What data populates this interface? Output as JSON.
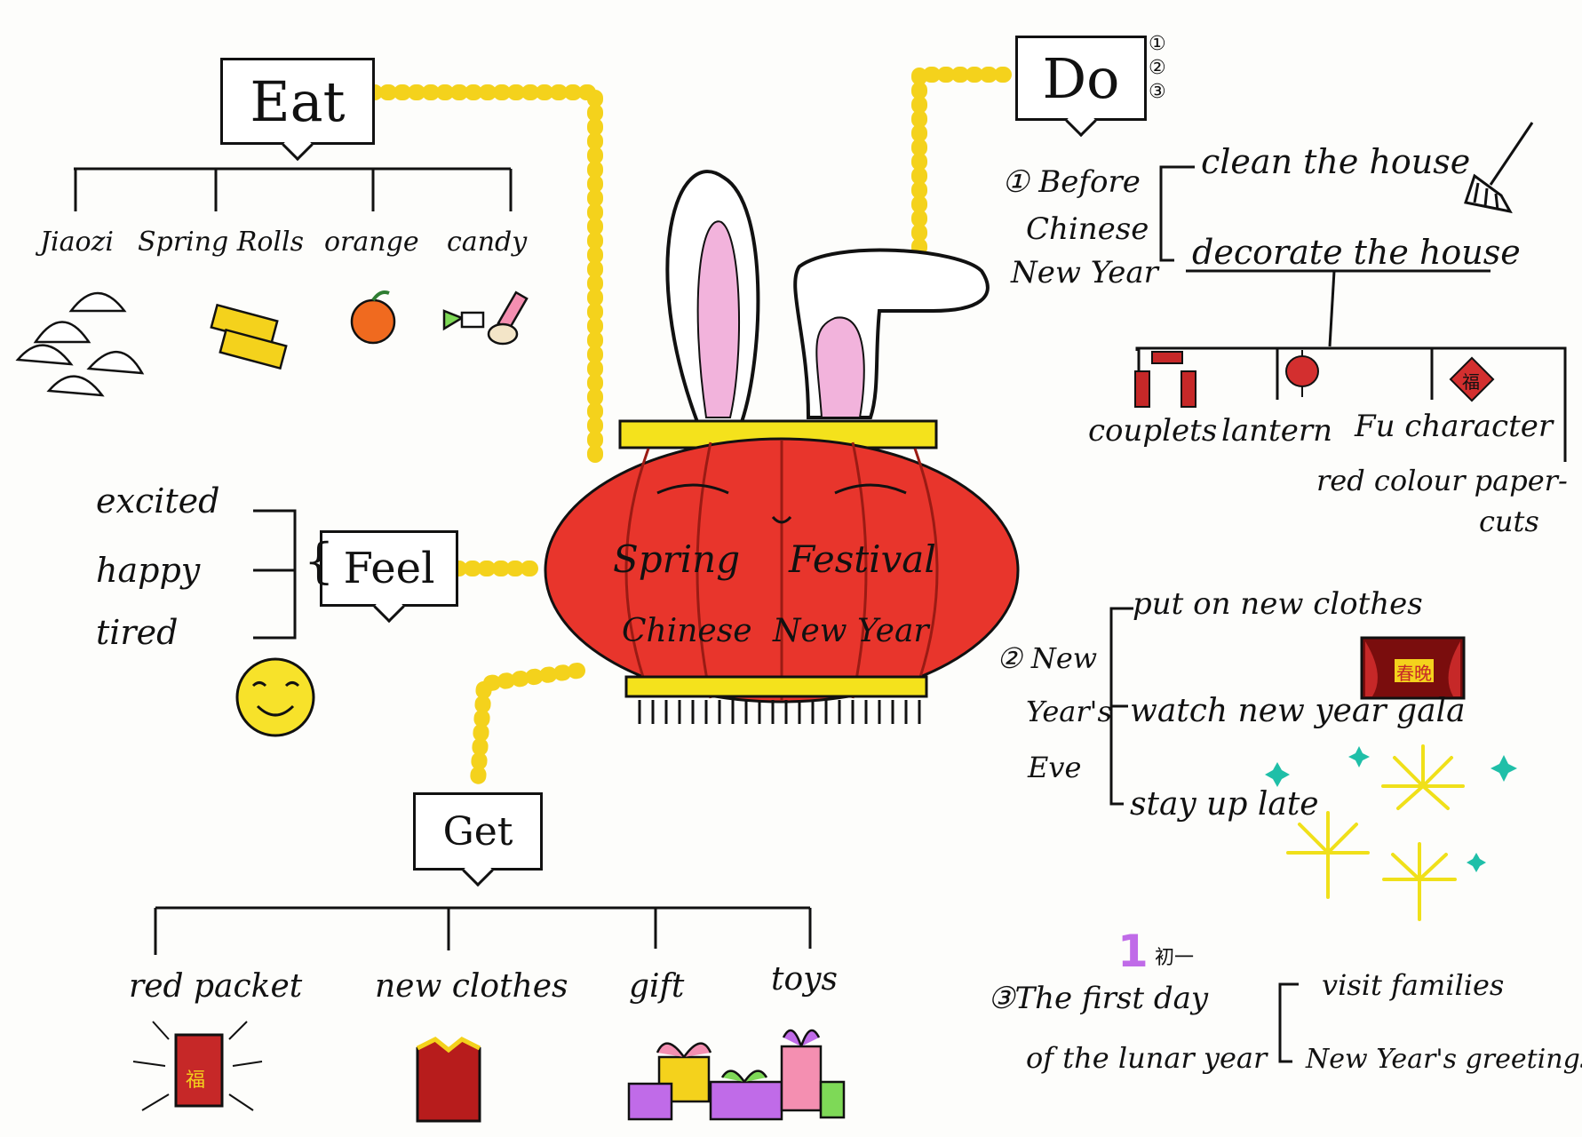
{
  "center": {
    "line1_left": "Spring",
    "line1_right": "Festival",
    "line2_left": "Chinese",
    "line2_mid": "New",
    "line2_right": "Year"
  },
  "eat": {
    "title": "Eat",
    "items": [
      "Jiaozi",
      "Spring Rolls",
      "orange",
      "candy"
    ]
  },
  "feel": {
    "title": "Feel",
    "items": [
      "excited",
      "happy",
      "tired"
    ]
  },
  "get": {
    "title": "Get",
    "items": [
      "red packet",
      "new clothes",
      "gift",
      "toys"
    ]
  },
  "do": {
    "title": "Do",
    "marks": [
      "①",
      "②",
      "③"
    ],
    "before": {
      "label_lines": [
        "① Before",
        "Chinese",
        "New Year"
      ],
      "actions": [
        "clean the house",
        "decorate the house"
      ],
      "decorations": [
        "couplets",
        "lantern",
        "Fu character",
        "red colour paper-",
        "cuts"
      ],
      "fu_char": "福"
    },
    "eve": {
      "label_lines": [
        "② New",
        "Year's",
        "Eve"
      ],
      "actions": [
        "put on new clothes",
        "watch new year gala",
        "stay up late"
      ],
      "gala_sign": "春晚"
    },
    "firstday": {
      "number": "1",
      "cn": "初一",
      "label_lines": [
        "③The first day",
        "of the lunar year"
      ],
      "actions": [
        "visit families",
        "New Year's greetings"
      ]
    }
  },
  "red_packet_char": "福",
  "colors": {
    "yellow": "#f4d21c",
    "red": "#e8352c",
    "pink": "#f2b3dc",
    "cyan": "#1fbfa8"
  }
}
